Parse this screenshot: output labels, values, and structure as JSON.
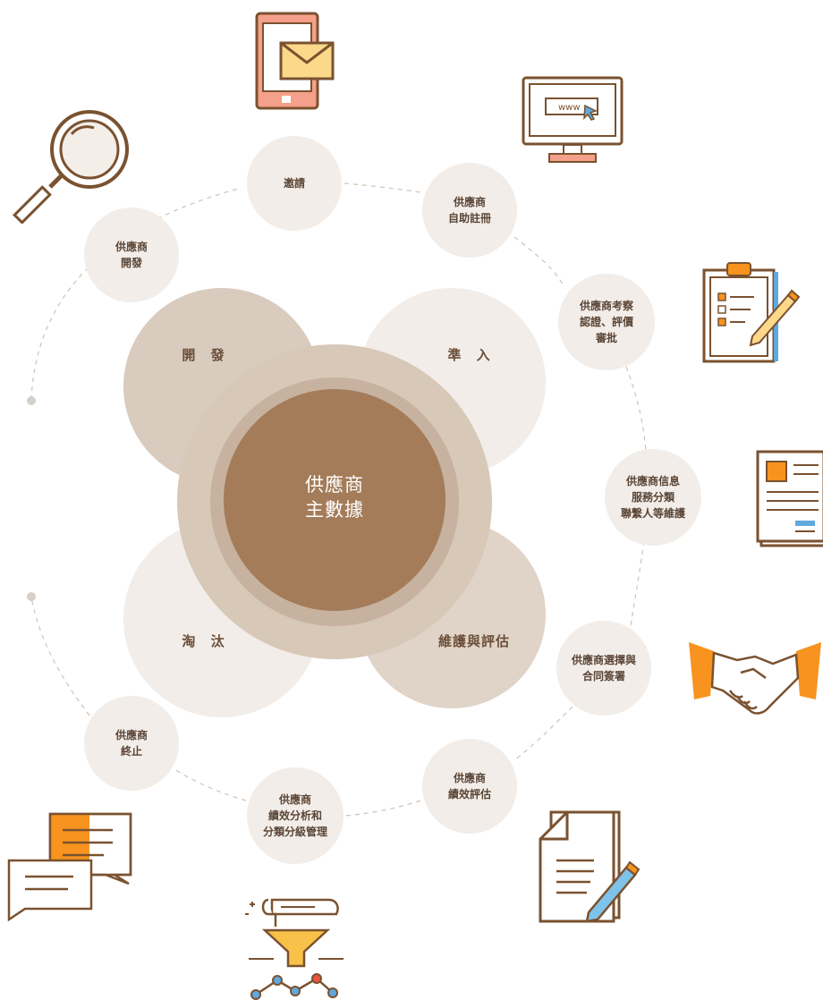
{
  "center": {
    "line1": "供應商",
    "line2": "主數據"
  },
  "phases": {
    "develop": "開 發",
    "admit": "準 入",
    "maintain": "維護與評估",
    "eliminate": "淘 汰"
  },
  "steps": [
    {
      "line1": "邀請",
      "line2": "",
      "line3": ""
    },
    {
      "line1": "供應商",
      "line2": "自助註冊",
      "line3": ""
    },
    {
      "line1": "供應商考察",
      "line2": "認證、評價",
      "line3": "審批"
    },
    {
      "line1": "供應商信息",
      "line2": "服務分類",
      "line3": "聯繫人等維護"
    },
    {
      "line1": "供應商選擇與",
      "line2": "合同簽署",
      "line3": ""
    },
    {
      "line1": "供應商",
      "line2": "績效評估",
      "line3": ""
    },
    {
      "line1": "供應商",
      "line2": "績效分析和",
      "line3": "分類分級管理"
    },
    {
      "line1": "供應商",
      "line2": "終止",
      "line3": ""
    },
    {
      "line1": "供應商",
      "line2": "開發",
      "line3": ""
    }
  ],
  "icon_texts": {
    "www": "www"
  },
  "icons": [
    "magnifier-icon",
    "phone-mail-icon",
    "monitor-www-icon",
    "clipboard-icon",
    "document-icon",
    "handshake-icon",
    "contract-pen-icon",
    "funnel-chart-icon",
    "chat-icon"
  ],
  "colors": {
    "center": "#a47c5a",
    "center_ring": "#c7b29f",
    "outer_ring": "#d8c8b8",
    "develop": "#d9cbbd",
    "admit": "#f2ede8",
    "maintain": "#e0d3c7",
    "eliminate": "#f2ede8",
    "step": "#f2ede8",
    "accent": "#f7931e"
  }
}
